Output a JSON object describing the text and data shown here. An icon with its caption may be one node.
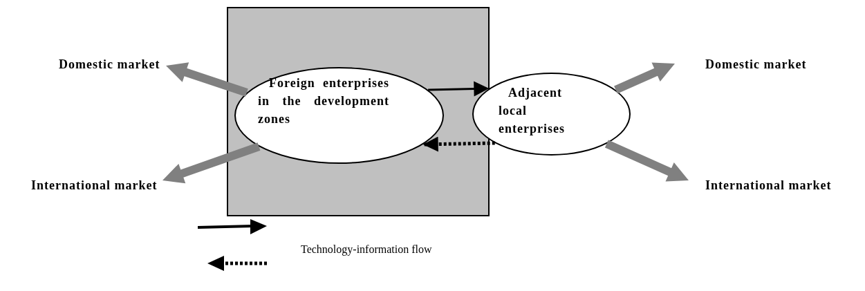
{
  "diagram": {
    "nodes": [
      {
        "text": [],
        "shape": "box"
      },
      {
        "text": [
          "Foreign enterprises in the development zones"
        ],
        "in": 0
      },
      {
        "text": [
          "Adjacent local enterprises"
        ]
      },
      {
        "text": [
          "Domestic market"
        ]
      },
      {
        "text": [
          "International market"
        ]
      },
      {
        "text": [
          "Domestic market"
        ]
      },
      {
        "text": [
          "International market"
        ]
      }
    ],
    "edges": [
      {
        "from": 1,
        "to": 2,
        "arrow": "to",
        "color": "#000000"
      },
      {
        "from": 2,
        "to": 1,
        "arrow": "to",
        "style": "dashed",
        "color": "#000000"
      },
      {
        "from": 1,
        "to": 3,
        "arrow": "to",
        "style": "thick"
      },
      {
        "from": 1,
        "to": 4,
        "arrow": "to",
        "style": "thick"
      },
      {
        "from": 2,
        "to": 5,
        "arrow": "to",
        "style": "thick"
      },
      {
        "from": 2,
        "to": 6,
        "arrow": "to",
        "style": "thick"
      }
    ],
    "legend": [
      {
        "text": "Technology-information flow"
      }
    ]
  }
}
